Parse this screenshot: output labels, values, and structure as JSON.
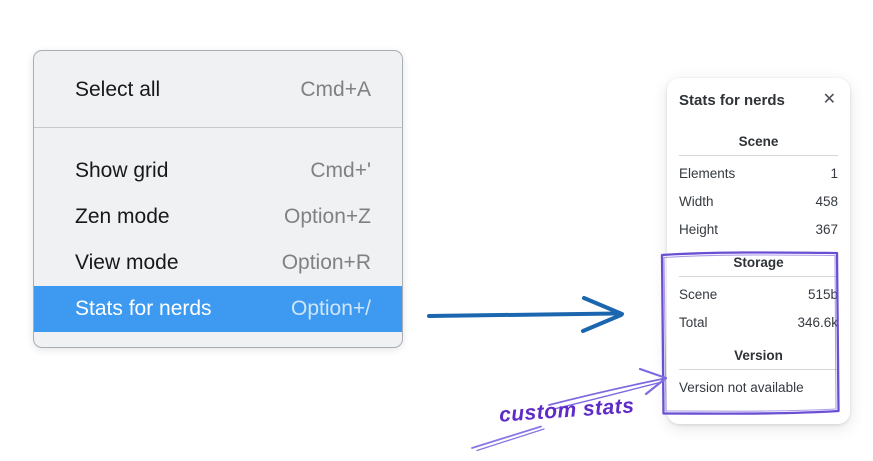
{
  "menu": {
    "items": [
      {
        "label": "Select all",
        "shortcut": "Cmd+A",
        "highlighted": false
      },
      {
        "label": "Show grid",
        "shortcut": "Cmd+'",
        "highlighted": false
      },
      {
        "label": "Zen mode",
        "shortcut": "Option+Z",
        "highlighted": false
      },
      {
        "label": "View mode",
        "shortcut": "Option+R",
        "highlighted": false
      },
      {
        "label": "Stats for nerds",
        "shortcut": "Option+/",
        "highlighted": true
      }
    ]
  },
  "stats_panel": {
    "title": "Stats for nerds",
    "close_icon": "✕",
    "sections": [
      {
        "heading": "Scene",
        "rows": [
          {
            "label": "Elements",
            "value": "1"
          },
          {
            "label": "Width",
            "value": "458"
          },
          {
            "label": "Height",
            "value": "367"
          }
        ]
      },
      {
        "heading": "Storage",
        "rows": [
          {
            "label": "Scene",
            "value": "515b"
          },
          {
            "label": "Total",
            "value": "346.6k"
          }
        ]
      },
      {
        "heading": "Version",
        "note": "Version not available"
      }
    ]
  },
  "annotations": {
    "custom_stats_label": "custom stats"
  },
  "colors": {
    "menu_highlight": "#3e9af0",
    "menu_background": "#f0f1f2",
    "blue_arrow": "#1b66ae",
    "annotation_rect_purple": "#6a4fd3",
    "annotation_arrow_purple": "#7e6ae0",
    "handwriting_purple": "#5e2bc8"
  }
}
